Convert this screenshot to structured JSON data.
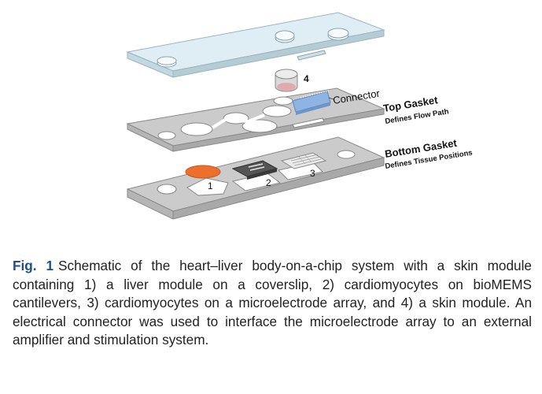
{
  "figure": {
    "labels": {
      "item4": "4",
      "connector": "Connector",
      "top_gasket": "Top Gasket",
      "top_gasket_sub": "Defines Flow Path",
      "bottom_gasket": "Bottom Gasket",
      "bottom_gasket_sub": "Defines Tissue Positions",
      "item1": "1",
      "item2": "2",
      "item3": "3"
    },
    "colors": {
      "glass": "#dfeef4",
      "gasket": "#c9c9c9",
      "liver": "#ec6f2c",
      "connector": "#8fb4e3",
      "skin": "#e0a4a8"
    }
  },
  "caption": {
    "label": "Fig. 1",
    "text": "Schematic of the heart–liver body-on-a-chip system with a skin module containing 1) a liver module on a coverslip, 2) cardiomyocytes on bioMEMS cantilevers, 3) cardiomyocytes on a microelectrode array, and 4) a skin module. An electrical connector was used to interface the microelectrode array to an external amplifier and stimulation system."
  }
}
